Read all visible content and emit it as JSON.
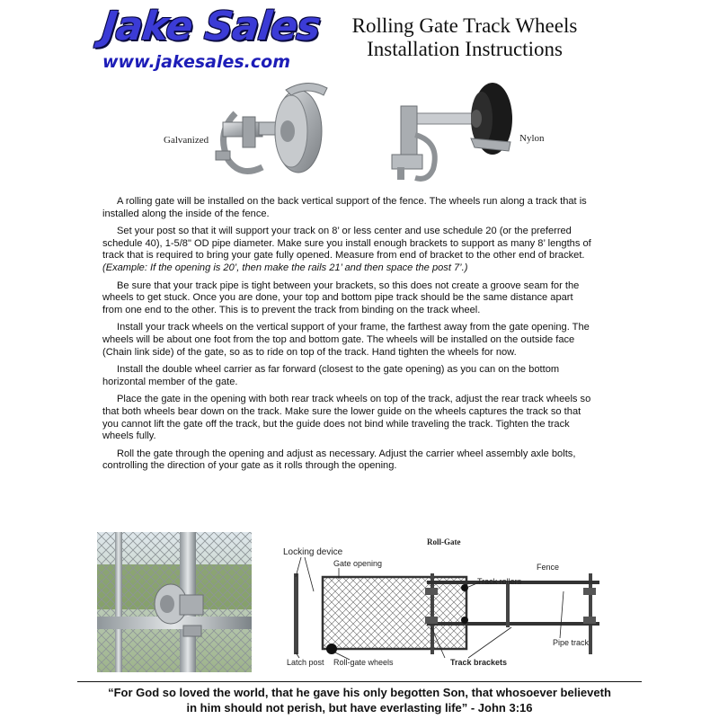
{
  "header": {
    "brand_name": "Jake Sales",
    "brand_url": "www.jakesales.com",
    "title_line1": "Rolling Gate Track Wheels",
    "title_line2": "Installation Instructions"
  },
  "products": [
    {
      "label": "Galvanized",
      "icon": "galvanized-track-wheel-icon"
    },
    {
      "label": "Nylon",
      "icon": "nylon-track-wheel-icon"
    }
  ],
  "paragraphs": [
    "A rolling gate will be installed on the back vertical support of the fence. The wheels run along a track that is installed along the inside of the fence.",
    "Set your post so that it will support your track on 8’ or less center and use schedule 20 (or the preferred schedule 40), 1-5/8\" OD pipe diameter. Make sure you install enough brackets to support as many 8’ lengths of track that is required to bring your gate fully opened. Measure from end of bracket to the other end of bracket.",
    "(Example: If the opening is 20’, then make the rails 21’ and then space the post 7’.)",
    "Be sure that your track pipe is tight between your brackets, so this does not create a groove seam for the wheels to get stuck. Once you are done, your top and bottom pipe track should be the same distance apart from one end to the other. This is to prevent the track from binding on the track wheel.",
    "Install your track wheels on the vertical support of your frame, the farthest away from the gate opening. The wheels will be about one foot from the top and bottom gate. The wheels will be installed on the outside face (Chain link side) of the gate, so as to ride on top of the track. Hand tighten the wheels for now.",
    "Install the double wheel carrier as far forward (closest to the gate opening) as you can on the bottom horizontal member of the gate.",
    "Place the gate in the opening with both rear track wheels on top of the track, adjust the rear track wheels so that both wheels bear down on the track. Make sure the lower guide on the wheels captures the track so that you cannot lift the gate off the track, but the guide does not bind while traveling the track. Tighten the track wheels fully.",
    "Roll the gate through the opening and adjust as necessary. Adjust the carrier wheel assembly axle bolts, controlling the direction of your gate as it rolls through the opening."
  ],
  "diagram": {
    "title": "Roll-Gate",
    "labels": {
      "locking_device": "Locking device",
      "gate_opening": "Gate opening",
      "fence": "Fence",
      "track_rollers": "Track rollers",
      "pipe_track": "Pipe track",
      "latch_post": "Latch post",
      "roll_gate_wheels": "Roll-gate wheels",
      "track_brackets": "Track brackets"
    }
  },
  "footer": {
    "quote_line1": "“For God so loved the world, that he gave his only begotten Son, that whosoever believeth",
    "quote_line2": "in him should not perish, but have everlasting life” - John 3:16"
  }
}
